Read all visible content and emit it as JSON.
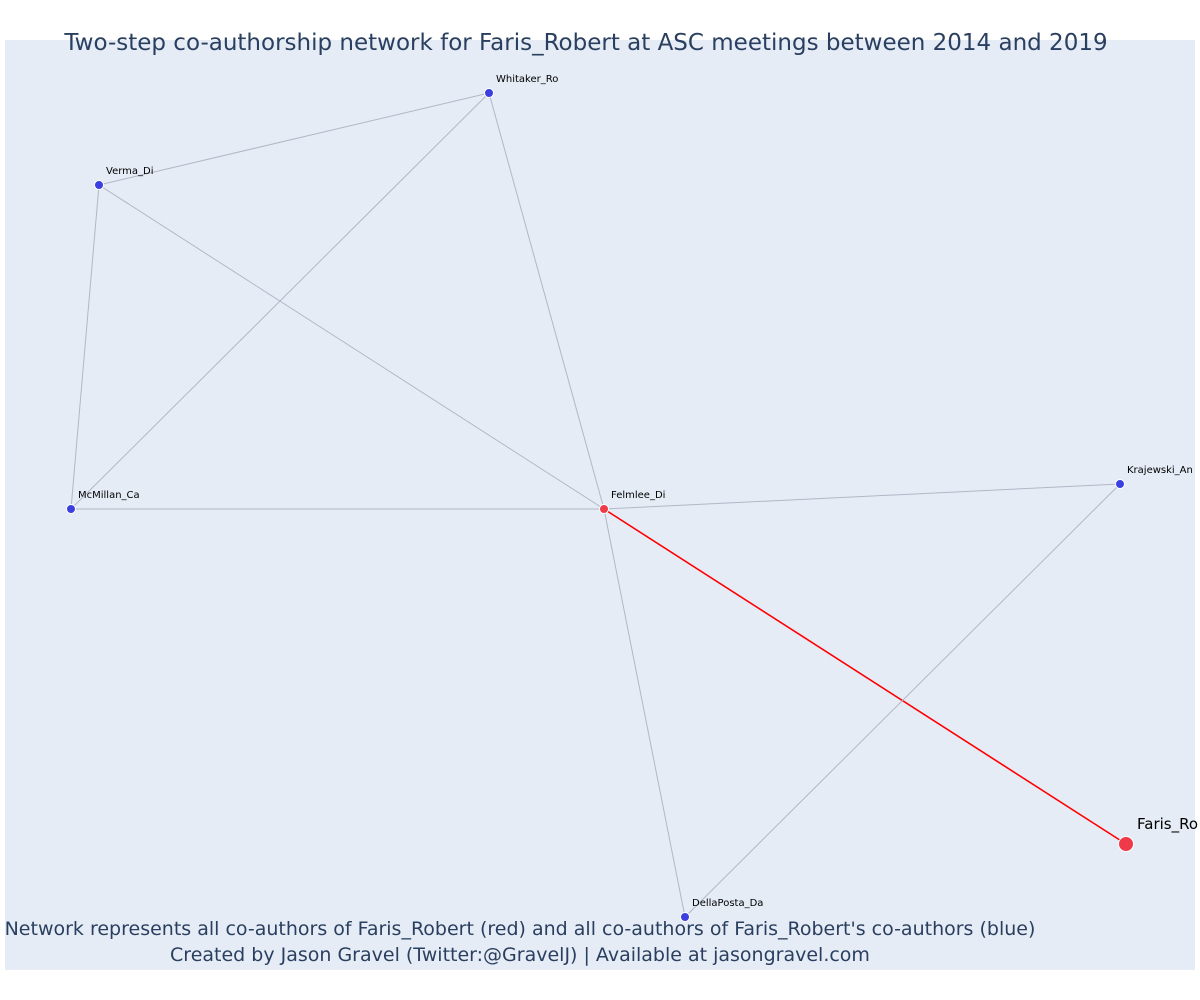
{
  "title": "Two-step co-authorship network for Faris_Robert at ASC meetings between 2014 and 2019",
  "footer": {
    "line1": "Network represents all co-authors of Faris_Robert (red) and all co-authors of Faris_Robert's co-authors (blue)",
    "line2": "Created by Jason Gravel (Twitter:@GravelJ) | Available at jasongravel.com"
  },
  "colors": {
    "background": "#e5ecf6",
    "text": "#2a3f5f",
    "edge": "#b4b6c6",
    "focal_edge": "#ff0000",
    "coauthor_node": "#ef3a4a",
    "second_step_node": "#3b3fe0",
    "node_border": "#ffffff"
  },
  "nodes": [
    {
      "id": "Faris_Ro",
      "label": "Faris_Ro",
      "role": "focal"
    },
    {
      "id": "Felmlee_Di",
      "label": "Felmlee_Di",
      "role": "coauthor"
    },
    {
      "id": "Whitaker_Ro",
      "label": "Whitaker_Ro",
      "role": "second_step"
    },
    {
      "id": "Verma_Di",
      "label": "Verma_Di",
      "role": "second_step"
    },
    {
      "id": "McMillan_Ca",
      "label": "McMillan_Ca",
      "role": "second_step"
    },
    {
      "id": "Krajewski_An",
      "label": "Krajewski_An",
      "role": "second_step"
    },
    {
      "id": "DellaPosta_Da",
      "label": "DellaPosta_Da",
      "role": "second_step"
    }
  ],
  "edges": [
    {
      "source": "Faris_Ro",
      "target": "Felmlee_Di",
      "focal": true
    },
    {
      "source": "Felmlee_Di",
      "target": "Whitaker_Ro",
      "focal": false
    },
    {
      "source": "Felmlee_Di",
      "target": "Verma_Di",
      "focal": false
    },
    {
      "source": "Felmlee_Di",
      "target": "McMillan_Ca",
      "focal": false
    },
    {
      "source": "Felmlee_Di",
      "target": "Krajewski_An",
      "focal": false
    },
    {
      "source": "Felmlee_Di",
      "target": "DellaPosta_Da",
      "focal": false
    },
    {
      "source": "Whitaker_Ro",
      "target": "Verma_Di",
      "focal": false
    },
    {
      "source": "Whitaker_Ro",
      "target": "McMillan_Ca",
      "focal": false
    },
    {
      "source": "Verma_Di",
      "target": "McMillan_Ca",
      "focal": false
    },
    {
      "source": "Krajewski_An",
      "target": "DellaPosta_Da",
      "focal": false
    }
  ]
}
